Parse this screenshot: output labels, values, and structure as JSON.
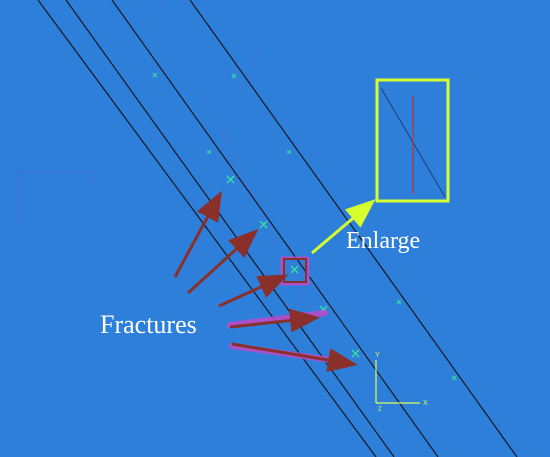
{
  "labels": {
    "fractures": "Fractures",
    "enlarge": "Enlarge"
  },
  "axes": {
    "y_label": "Y",
    "x_label": "X",
    "z_label": "Z"
  },
  "colors": {
    "background": "#2e7fd9",
    "fracture_lines": "#111827",
    "callout_arrows": "#8a2f2a",
    "callout_highlight": "#b84cc9",
    "markers": "#36e0a0",
    "enlarge_frame": "#d7ff2e",
    "enlarge_arrow": "#d7ff2e",
    "axis_color": "#d4ff5a",
    "text": "#ffffff",
    "dim_lines": "#5f69cf",
    "detail_red": "#b33a3a"
  }
}
